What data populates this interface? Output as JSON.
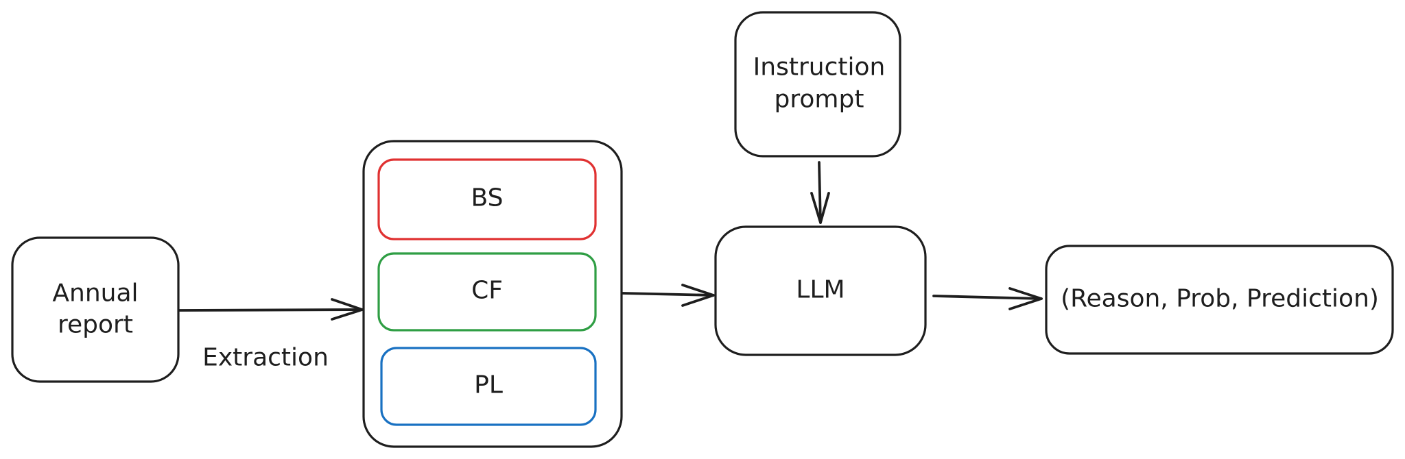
{
  "nodes": {
    "annual_report": {
      "line1": "Annual",
      "line2": "report"
    },
    "statements": {
      "bs": {
        "label": "BS",
        "color": "#e03131"
      },
      "cf": {
        "label": "CF",
        "color": "#2f9e44"
      },
      "pl": {
        "label": "PL",
        "color": "#1971c2"
      }
    },
    "instruction_prompt": {
      "line1": "Instruction",
      "line2": "prompt"
    },
    "llm": {
      "label": "LLM"
    },
    "output": {
      "label": "(Reason, Prob, Prediction)"
    }
  },
  "edges": {
    "extraction": {
      "label": "Extraction"
    }
  },
  "colors": {
    "stroke": "#1e1e1e",
    "background": "#ffffff"
  }
}
